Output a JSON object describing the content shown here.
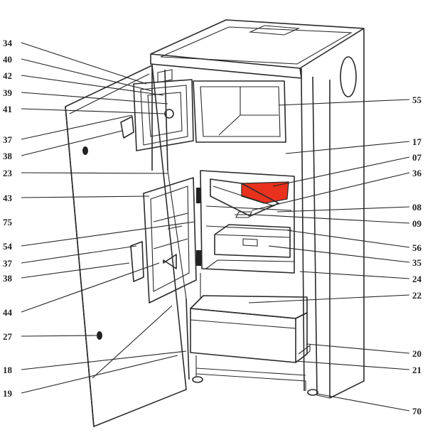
{
  "diagram": {
    "highlight_color": "#e8321e",
    "labels_left": [
      "34",
      "40",
      "42",
      "39",
      "41",
      "37",
      "38",
      "23",
      "43",
      "75",
      "54",
      "37",
      "38",
      "44",
      "27",
      "18",
      "19"
    ],
    "labels_right": [
      "55",
      "17",
      "07",
      "36",
      "08",
      "09",
      "56",
      "35",
      "24",
      "22",
      "20",
      "21",
      "70"
    ]
  }
}
